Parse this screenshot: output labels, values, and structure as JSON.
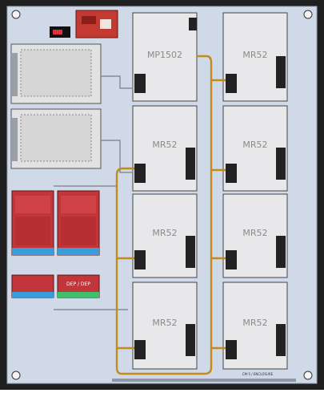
{
  "enclosure": {
    "bottom_label": "CM-5 / ENCLOSURE",
    "colors": {
      "frame": "#2a2a2a",
      "panel": "#ced8e6",
      "board": "#e6e6e6",
      "mount": "#cfd3da",
      "wire": "#c48a1a"
    }
  },
  "boards": [
    {
      "id": "mp1502",
      "label": "MP1502"
    },
    {
      "id": "mr52-r1",
      "label": "MR52"
    },
    {
      "id": "mr52-l2",
      "label": "MR52"
    },
    {
      "id": "mr52-r2",
      "label": "MR52"
    },
    {
      "id": "mr52-l3",
      "label": "MR52"
    },
    {
      "id": "mr52-r3",
      "label": "MR52"
    },
    {
      "id": "mr52-l4",
      "label": "MR52"
    },
    {
      "id": "mr52-r4",
      "label": "MR52"
    }
  ],
  "modules": {
    "small_board_label": "DEP / DEP"
  }
}
